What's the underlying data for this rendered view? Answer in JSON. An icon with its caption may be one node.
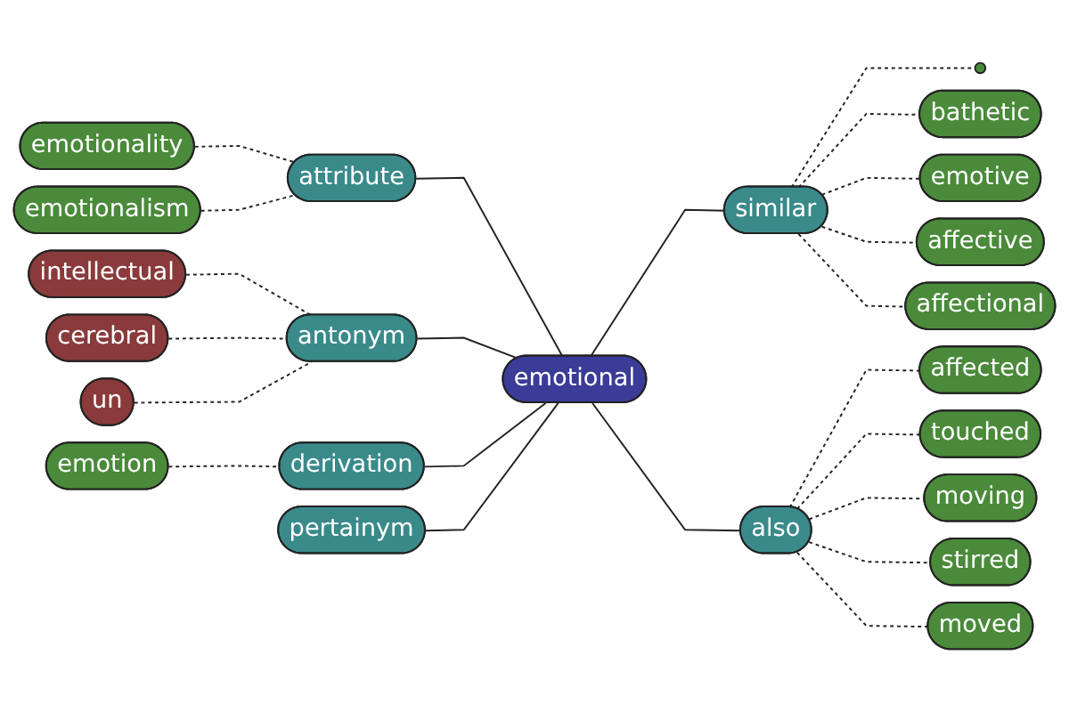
{
  "diagram": {
    "nodes": [
      {
        "text": [],
        "shape": "circle"
      },
      {
        "text": [
          "emotionality"
        ]
      },
      {
        "text": [
          "emotive"
        ]
      },
      {
        "text": [
          "bathetic"
        ]
      },
      {
        "text": [
          "affective"
        ]
      },
      {
        "text": [
          "intellectual"
        ]
      },
      {
        "text": [
          "similar"
        ]
      },
      {
        "text": [
          "emotionalism"
        ]
      },
      {
        "text": [
          "attribute"
        ]
      },
      {
        "text": [
          "affectional"
        ]
      },
      {
        "text": [
          "cerebral"
        ]
      },
      {
        "text": [
          "antonym"
        ]
      },
      {
        "text": [
          "emotional"
        ]
      },
      {
        "text": [
          "affected"
        ]
      },
      {
        "text": [
          "un"
        ]
      },
      {
        "text": [
          "touched"
        ]
      },
      {
        "text": [
          "also"
        ]
      },
      {
        "text": [
          "moving"
        ]
      },
      {
        "text": [
          "derivation"
        ]
      },
      {
        "text": [
          "pertainym"
        ]
      },
      {
        "text": [
          "stirred"
        ]
      },
      {
        "text": [
          "emotion"
        ]
      },
      {
        "text": [
          "moved"
        ]
      }
    ],
    "edges": [
      {
        "from": 8,
        "to": 12,
        "arrow": "none"
      },
      {
        "from": 11,
        "to": 12,
        "arrow": "none"
      },
      {
        "from": 18,
        "to": 12,
        "arrow": "none"
      },
      {
        "from": 19,
        "to": 12,
        "arrow": "none"
      },
      {
        "from": 12,
        "to": 6,
        "arrow": "none"
      },
      {
        "from": 12,
        "to": 16,
        "arrow": "none"
      },
      {
        "from": 1,
        "to": 8,
        "arrow": "none",
        "style": "dashed"
      },
      {
        "from": 7,
        "to": 8,
        "arrow": "none",
        "style": "dashed"
      },
      {
        "from": 5,
        "to": 11,
        "arrow": "none",
        "style": "dashed"
      },
      {
        "from": 10,
        "to": 11,
        "arrow": "none",
        "style": "dashed"
      },
      {
        "from": 14,
        "to": 11,
        "arrow": "none",
        "style": "dashed"
      },
      {
        "from": 21,
        "to": 18,
        "arrow": "none",
        "style": "dashed"
      },
      {
        "from": 6,
        "to": 0,
        "arrow": "none",
        "style": "dashed"
      },
      {
        "from": 6,
        "to": 3,
        "arrow": "none",
        "style": "dashed"
      },
      {
        "from": 6,
        "to": 2,
        "arrow": "none",
        "style": "dashed"
      },
      {
        "from": 6,
        "to": 4,
        "arrow": "none",
        "style": "dashed"
      },
      {
        "from": 6,
        "to": 9,
        "arrow": "none",
        "style": "dashed"
      },
      {
        "from": 16,
        "to": 13,
        "arrow": "none",
        "style": "dashed"
      },
      {
        "from": 16,
        "to": 15,
        "arrow": "none",
        "style": "dashed"
      },
      {
        "from": 16,
        "to": 17,
        "arrow": "none",
        "style": "dashed"
      },
      {
        "from": 16,
        "to": 20,
        "arrow": "none",
        "style": "dashed"
      },
      {
        "from": 16,
        "to": 22,
        "arrow": "none",
        "style": "dashed"
      }
    ]
  }
}
